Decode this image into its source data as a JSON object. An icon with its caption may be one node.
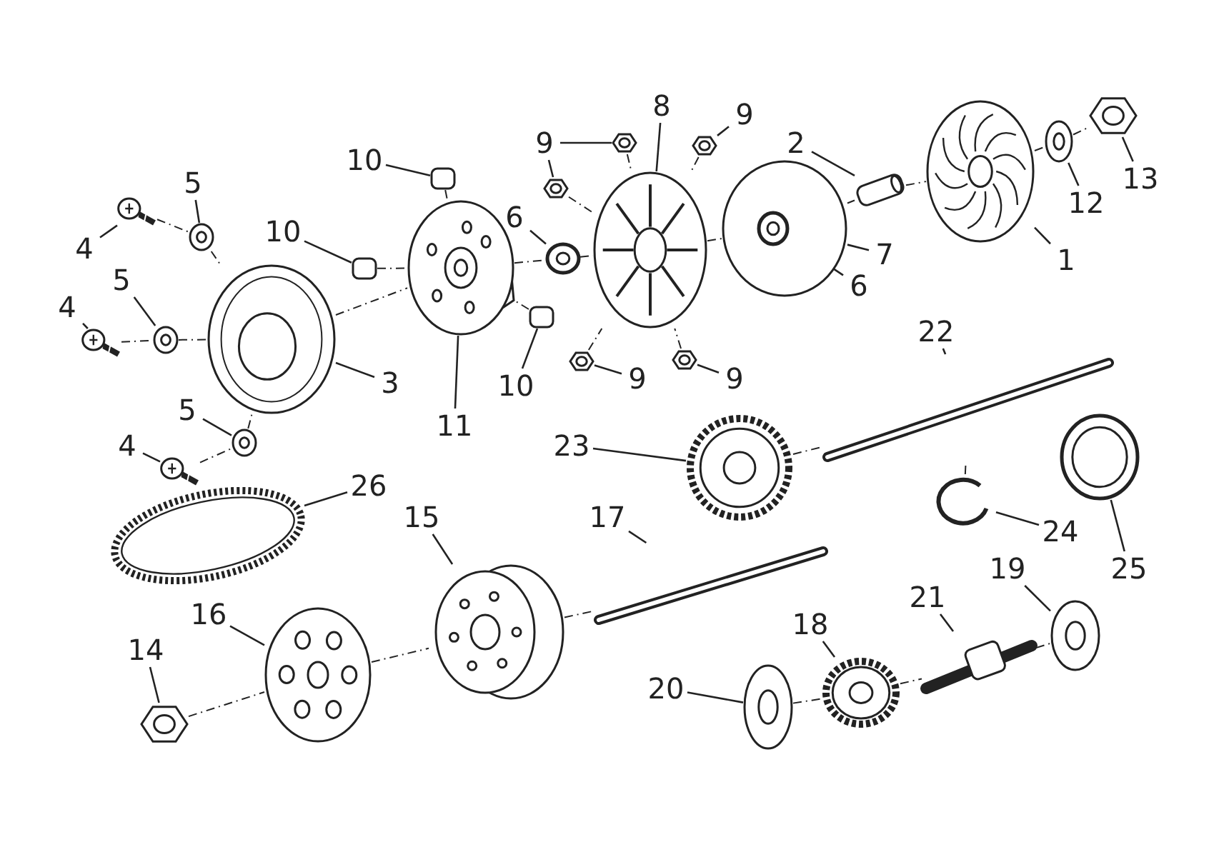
{
  "diagram": {
    "nodes": [
      {
        "text": [
          "1"
        ]
      },
      {
        "text": [],
        "shape": "picture"
      },
      {
        "text": [
          "2"
        ]
      },
      {
        "text": [],
        "shape": "picture"
      },
      {
        "text": [
          "3"
        ]
      },
      {
        "text": [],
        "shape": "picture"
      },
      {
        "text": [
          "4"
        ]
      },
      {
        "text": [],
        "shape": "picture"
      },
      {
        "text": [
          "4"
        ]
      },
      {
        "text": [],
        "shape": "picture"
      },
      {
        "text": [
          "4"
        ]
      },
      {
        "text": [],
        "shape": "picture"
      },
      {
        "text": [
          "5"
        ]
      },
      {
        "text": [],
        "shape": "picture"
      },
      {
        "text": [
          "5"
        ]
      },
      {
        "text": [],
        "shape": "picture"
      },
      {
        "text": [
          "5"
        ]
      },
      {
        "text": [],
        "shape": "picture"
      },
      {
        "text": [
          "6"
        ]
      },
      {
        "text": [],
        "shape": "picture"
      },
      {
        "text": [
          "6"
        ]
      },
      {
        "text": [],
        "shape": "picture",
        "in": 23
      },
      {
        "text": [
          "7"
        ]
      },
      {
        "text": [],
        "shape": "picture"
      },
      {
        "text": [
          "8"
        ]
      },
      {
        "text": [],
        "shape": "picture"
      },
      {
        "text": [
          "9"
        ]
      },
      {
        "text": [],
        "shape": "picture"
      },
      {
        "text": [],
        "shape": "picture"
      },
      {
        "text": [
          "9"
        ]
      },
      {
        "text": [],
        "shape": "picture"
      },
      {
        "text": [
          "9"
        ]
      },
      {
        "text": [],
        "shape": "picture"
      },
      {
        "text": [
          "9"
        ]
      },
      {
        "text": [],
        "shape": "picture"
      },
      {
        "text": [
          "10"
        ]
      },
      {
        "text": [],
        "shape": "box"
      },
      {
        "text": [
          "10"
        ]
      },
      {
        "text": [],
        "shape": "box"
      },
      {
        "text": [
          "10"
        ]
      },
      {
        "text": [],
        "shape": "box"
      },
      {
        "text": [
          "11"
        ]
      },
      {
        "text": [],
        "shape": "picture"
      },
      {
        "text": [
          "12"
        ]
      },
      {
        "text": [],
        "shape": "picture"
      },
      {
        "text": [
          "13"
        ]
      },
      {
        "text": [],
        "shape": "picture"
      },
      {
        "text": [
          "14"
        ]
      },
      {
        "text": [],
        "shape": "picture"
      },
      {
        "text": [
          "15"
        ]
      },
      {
        "text": [],
        "shape": "picture"
      },
      {
        "text": [
          "16"
        ]
      },
      {
        "text": [],
        "shape": "picture"
      },
      {
        "text": [
          "17"
        ]
      },
      {
        "text": [],
        "shape": "picture"
      },
      {
        "text": [
          "18"
        ]
      },
      {
        "text": [],
        "shape": "picture"
      },
      {
        "text": [
          "19"
        ]
      },
      {
        "text": [],
        "shape": "picture"
      },
      {
        "text": [
          "20"
        ]
      },
      {
        "text": [],
        "shape": "picture"
      },
      {
        "text": [
          "21"
        ]
      },
      {
        "text": [],
        "shape": "picture"
      },
      {
        "text": [
          "22"
        ]
      },
      {
        "text": [],
        "shape": "picture"
      },
      {
        "text": [
          "23"
        ]
      },
      {
        "text": [],
        "shape": "picture"
      },
      {
        "text": [
          "24"
        ]
      },
      {
        "text": [],
        "shape": "picture"
      },
      {
        "text": [
          "25"
        ]
      },
      {
        "text": [],
        "shape": "picture"
      },
      {
        "text": [
          "26"
        ]
      },
      {
        "text": [],
        "shape": "picture"
      }
    ],
    "edges": [
      {
        "from": 0,
        "to": 1,
        "arrow": "none"
      },
      {
        "from": 2,
        "to": 3,
        "arrow": "none"
      },
      {
        "from": 4,
        "to": 5,
        "arrow": "none"
      },
      {
        "from": 6,
        "to": 7,
        "arrow": "none"
      },
      {
        "from": 8,
        "to": 9,
        "arrow": "none"
      },
      {
        "from": 10,
        "to": 11,
        "arrow": "none"
      },
      {
        "from": 12,
        "to": 13,
        "arrow": "none"
      },
      {
        "from": 14,
        "to": 15,
        "arrow": "none"
      },
      {
        "from": 16,
        "to": 17,
        "arrow": "none"
      },
      {
        "from": 18,
        "to": 19,
        "arrow": "none"
      },
      {
        "from": 20,
        "to": 21,
        "arrow": "none"
      },
      {
        "from": 22,
        "to": 23,
        "arrow": "none"
      },
      {
        "from": 24,
        "to": 25,
        "arrow": "none"
      },
      {
        "from": 26,
        "to": 27,
        "arrow": "none"
      },
      {
        "from": 26,
        "to": 28,
        "arrow": "none"
      },
      {
        "from": 29,
        "to": 30,
        "arrow": "none"
      },
      {
        "from": 31,
        "to": 32,
        "arrow": "none"
      },
      {
        "from": 33,
        "to": 34,
        "arrow": "none"
      },
      {
        "from": 35,
        "to": 36,
        "arrow": "none"
      },
      {
        "from": 37,
        "to": 38,
        "arrow": "none"
      },
      {
        "from": 39,
        "to": 40,
        "arrow": "none"
      },
      {
        "from": 41,
        "to": 42,
        "arrow": "none"
      },
      {
        "from": 43,
        "to": 44,
        "arrow": "none"
      },
      {
        "from": 45,
        "to": 46,
        "arrow": "none"
      },
      {
        "from": 47,
        "to": 48,
        "arrow": "none"
      },
      {
        "from": 49,
        "to": 50,
        "arrow": "none"
      },
      {
        "from": 51,
        "to": 52,
        "arrow": "none"
      },
      {
        "from": 53,
        "to": 54,
        "arrow": "none"
      },
      {
        "from": 55,
        "to": 56,
        "arrow": "none"
      },
      {
        "from": 57,
        "to": 58,
        "arrow": "none"
      },
      {
        "from": 59,
        "to": 60,
        "arrow": "none"
      },
      {
        "from": 61,
        "to": 62,
        "arrow": "none"
      },
      {
        "from": 63,
        "to": 64,
        "arrow": "none"
      },
      {
        "from": 65,
        "to": 66,
        "arrow": "none"
      },
      {
        "from": 67,
        "to": 68,
        "arrow": "none"
      },
      {
        "from": 69,
        "to": 70,
        "arrow": "none"
      },
      {
        "from": 71,
        "to": 72,
        "arrow": "none"
      },
      {
        "from": 7,
        "to": 13,
        "arrow": "none",
        "style": "dashed"
      },
      {
        "from": 9,
        "to": 15,
        "arrow": "none",
        "style": "dashed"
      },
      {
        "from": 11,
        "to": 17,
        "arrow": "none",
        "style": "dashed"
      },
      {
        "from": 13,
        "to": 5,
        "arrow": "none",
        "style": "dashed"
      },
      {
        "from": 15,
        "to": 5,
        "arrow": "none",
        "style": "dashed"
      },
      {
        "from": 17,
        "to": 5,
        "arrow": "none",
        "style": "dashed"
      },
      {
        "from": 5,
        "to": 42,
        "arrow": "none",
        "style": "dashed"
      },
      {
        "from": 36,
        "to": 42,
        "arrow": "none",
        "style": "dashed"
      },
      {
        "from": 38,
        "to": 42,
        "arrow": "none",
        "style": "dashed"
      },
      {
        "from": 40,
        "to": 42,
        "arrow": "none",
        "style": "dashed"
      },
      {
        "from": 42,
        "to": 19,
        "arrow": "none",
        "style": "dashed"
      },
      {
        "from": 19,
        "to": 25,
        "arrow": "none",
        "style": "dashed"
      },
      {
        "from": 27,
        "to": 25,
        "arrow": "none",
        "style": "dashed"
      },
      {
        "from": 28,
        "to": 25,
        "arrow": "none",
        "style": "dashed"
      },
      {
        "from": 30,
        "to": 25,
        "arrow": "none",
        "style": "dashed"
      },
      {
        "from": 32,
        "to": 25,
        "arrow": "none",
        "style": "dashed"
      },
      {
        "from": 34,
        "to": 25,
        "arrow": "none",
        "style": "dashed"
      },
      {
        "from": 25,
        "to": 23,
        "arrow": "none",
        "style": "dashed"
      },
      {
        "from": 23,
        "to": 3,
        "arrow": "none",
        "style": "dashed"
      },
      {
        "from": 1,
        "to": 44,
        "arrow": "none",
        "style": "dashed"
      },
      {
        "from": 44,
        "to": 46,
        "arrow": "none",
        "style": "dashed"
      },
      {
        "from": 48,
        "to": 52,
        "arrow": "none",
        "style": "dashed"
      },
      {
        "from": 52,
        "to": 50,
        "arrow": "none",
        "style": "dashed"
      },
      {
        "from": 50,
        "to": 54,
        "arrow": "none",
        "style": "dashed"
      },
      {
        "from": 66,
        "to": 64,
        "arrow": "none",
        "style": "dashed"
      },
      {
        "from": 64,
        "to": 68,
        "arrow": "none",
        "style": "dashed"
      },
      {
        "from": 60,
        "to": 56,
        "arrow": "none",
        "style": "dashed"
      },
      {
        "from": 56,
        "to": 62,
        "arrow": "none",
        "style": "dashed"
      },
      {
        "from": 62,
        "to": 58,
        "arrow": "none",
        "style": "dashed"
      },
      {
        "from": 3,
        "to": 1,
        "arrow": "none",
        "style": "dashed"
      }
    ]
  }
}
